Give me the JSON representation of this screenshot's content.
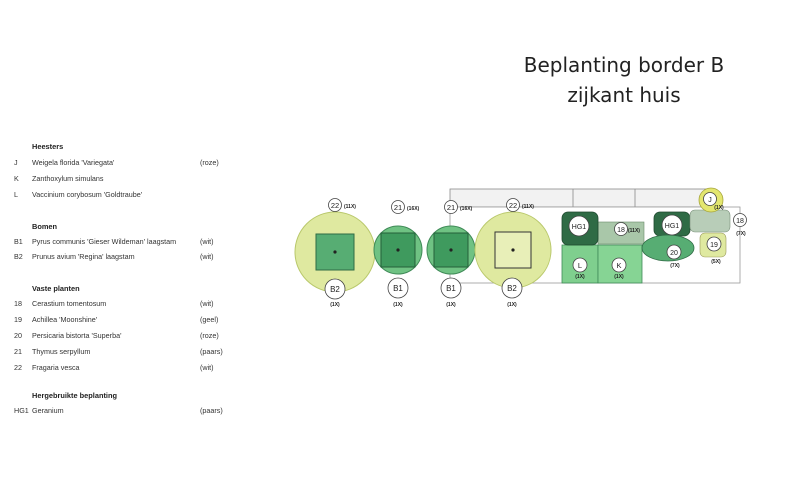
{
  "title": {
    "line1": "Beplanting border B",
    "line2": "zijkant huis"
  },
  "legend": {
    "sections": [
      {
        "title": "Heesters",
        "items": [
          {
            "code": "J",
            "name": "Weigela florida 'Variegata'",
            "color": "(roze)"
          },
          {
            "code": "K",
            "name": "Zanthoxylum simulans",
            "color": ""
          },
          {
            "code": "L",
            "name": "Vaccinium corybosum 'Goldtraube'",
            "color": ""
          }
        ]
      },
      {
        "title": "Bomen",
        "items": [
          {
            "code": "B1",
            "name": "Pyrus communis 'Gieser Wildeman'  laagstam",
            "color": "(wit)"
          },
          {
            "code": "B2",
            "name": "Prunus avium 'Regina' laagstam",
            "color": "(wit)"
          }
        ]
      },
      {
        "title": "Vaste planten",
        "items": [
          {
            "code": "18",
            "name": "Cerastium tomentosum",
            "color": "(wit)"
          },
          {
            "code": "19",
            "name": "Achillea 'Moonshine'",
            "color": "(geel)"
          },
          {
            "code": "20",
            "name": "Persicaria bistorta 'Superba'",
            "color": "(roze)"
          },
          {
            "code": "21",
            "name": "Thymus serpyllum",
            "color": "(paars)"
          },
          {
            "code": "22",
            "name": "Fragaria vesca",
            "color": "(wit)"
          }
        ]
      },
      {
        "title": "Hergebruikte beplanting",
        "items": [
          {
            "code": "HG1",
            "name": "Geranium",
            "color": "(paars)"
          }
        ]
      }
    ]
  },
  "plan": {
    "trees": [
      {
        "code": "B2",
        "qty": "(1X)",
        "ground_code": "22",
        "ground_qty": "(11X)"
      },
      {
        "code": "B1",
        "qty": "(1X)",
        "ground_code": "21",
        "ground_qty": "(16X)"
      },
      {
        "code": "B1",
        "qty": "(1X)",
        "ground_code": "21",
        "ground_qty": "(16X)"
      },
      {
        "code": "B2",
        "qty": "(1X)",
        "ground_code": "22",
        "ground_qty": "(11X)"
      }
    ],
    "labels": {
      "hg1_left": "HG1",
      "hg1_right": "HG1",
      "p18": "18",
      "p18_qty": "(11X)",
      "L": "L",
      "L_qty": "(1X)",
      "K": "K",
      "K_qty": "(1X)",
      "p20": "20",
      "p20_qty": "(7X)",
      "p19": "19",
      "p19_qty": "(5X)",
      "J": "J",
      "J_qty": "(1X)",
      "p18b": "18",
      "p18b_qty": "(7X)"
    },
    "colors": {
      "yellow_green": "#dfe9a0",
      "bright_green": "#7fcf8e",
      "dark_green": "#3f9a5e",
      "grey_paving": "#f0f0f0",
      "mid_green": "#5cb274"
    }
  }
}
